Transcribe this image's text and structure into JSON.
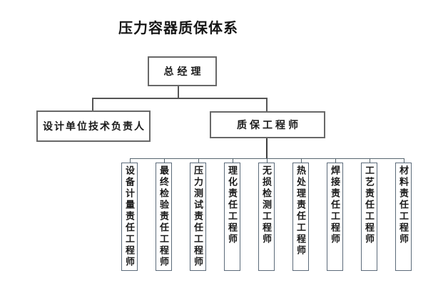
{
  "title": "压力容器质保体系",
  "org": {
    "root": "总经理",
    "level2": [
      "设计单位技术负责人",
      "质保工程师"
    ],
    "level3": [
      "设备计量责任工程师",
      "最终检验责任工程师",
      "压力测试责任工程师",
      "理化责任工程师",
      "无损检测工程师",
      "热处理责任工程师",
      "焊接责任工程师",
      "工艺责任工程师",
      "材料责任工程师"
    ]
  },
  "colors": {
    "background": "#ffffff",
    "text": "#1a1a1a",
    "box_border": "#686868",
    "sub_box_border": "#5c6b7a",
    "connector": "#555555"
  }
}
